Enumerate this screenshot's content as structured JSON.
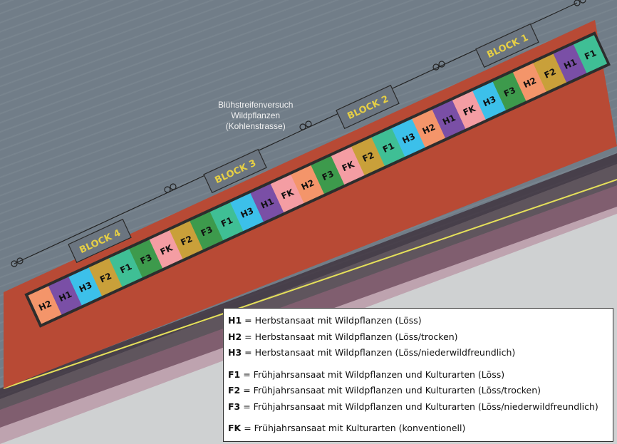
{
  "title": [
    "Blühstreifenversuch",
    "Wildpflanzen",
    "(Kohlenstrasse)"
  ],
  "blocks": [
    "BLOCK 1",
    "BLOCK 2",
    "BLOCK 3",
    "BLOCK 4"
  ],
  "plots": [
    "H2",
    "H1",
    "H3",
    "F2",
    "F1",
    "F3",
    "FK",
    "F2",
    "F3",
    "F1",
    "H3",
    "H1",
    "FK",
    "H2",
    "F3",
    "FK",
    "F2",
    "F1",
    "H3",
    "H2",
    "H1",
    "FK",
    "H3",
    "F3",
    "H2",
    "F2",
    "H1",
    "F1"
  ],
  "colors": {
    "H1": "#7a4fa6",
    "H2": "#f4956a",
    "H3": "#3cc0ea",
    "F1": "#3fbf95",
    "F2": "#c9a03a",
    "F3": "#3d9a4c",
    "FK": "#f49da3",
    "strip": "#b84a35",
    "label": "#e6cf45"
  },
  "legend": [
    {
      "code": "H1",
      "text": " = Herbstansaat mit Wildpflanzen (Löss)"
    },
    {
      "code": "H2",
      "text": " = Herbstansaat mit Wildpflanzen (Löss/trocken)"
    },
    {
      "code": "H3",
      "text": " = Herbstansaat mit Wildpflanzen (Löss/niederwildfreundlich)"
    },
    {
      "code": "F1",
      "text": " = Frühjahrsansaat mit Wildpflanzen und Kulturarten (Löss)"
    },
    {
      "code": "F2",
      "text": " = Frühjahrsansaat mit Wildpflanzen und Kulturarten (Löss/trocken)"
    },
    {
      "code": "F3",
      "text": " = Frühjahrsansaat mit Wildpflanzen und Kulturarten (Löss/niederwildfreundlich)"
    },
    {
      "code": "FK",
      "text": " = Frühjahrsansaat mit Kulturarten (konventionell)"
    }
  ]
}
